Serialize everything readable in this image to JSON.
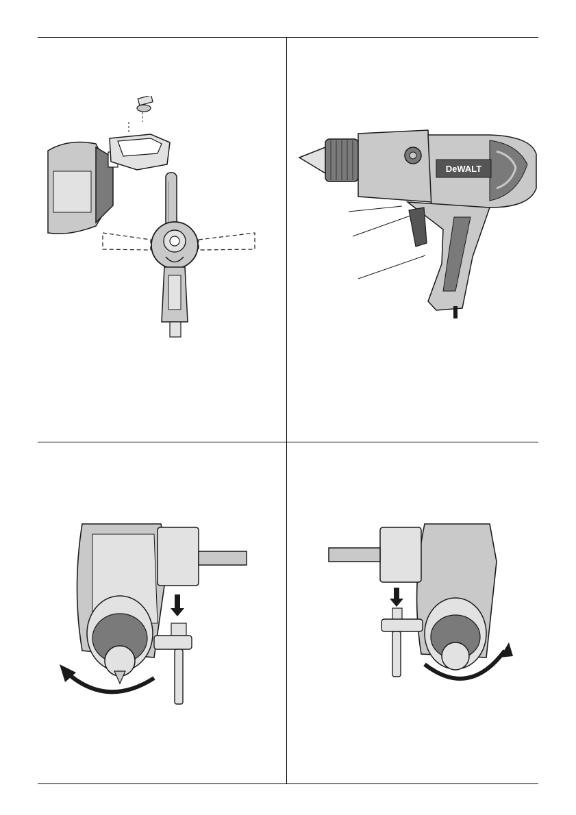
{
  "page": {
    "brand_logo": "DeWALT",
    "panels": [
      {
        "name": "side-handle-assembly"
      },
      {
        "name": "drill-overview"
      },
      {
        "name": "chuck-key-loosen"
      },
      {
        "name": "chuck-key-tighten"
      }
    ]
  },
  "colors": {
    "line": "#1a1a1a",
    "body_gray": "#c9c9c9",
    "light_gray": "#e2e2e2",
    "dark_gray": "#7a7a7a",
    "logo_bg": "#555555"
  }
}
